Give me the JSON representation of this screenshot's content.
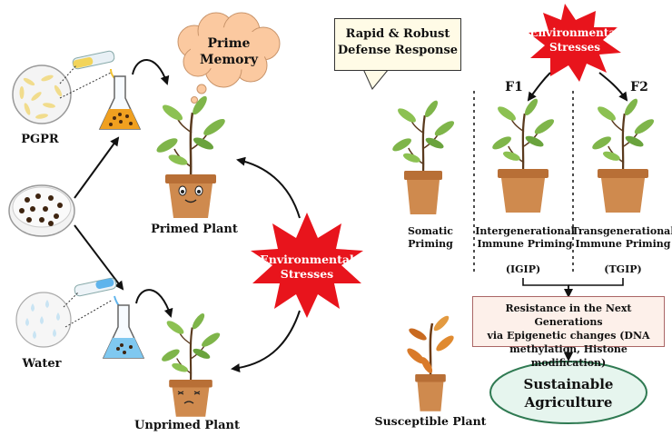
{
  "labels": {
    "pgpr": "PGPR",
    "water": "Water",
    "prime_memory": [
      "Prime",
      "Memory"
    ],
    "primed_plant": "Primed Plant",
    "unprimed_plant": "Unprimed Plant",
    "env_stress_center": [
      "Environmental",
      "Stresses"
    ],
    "env_stress_top": [
      "Environmental",
      "Stresses"
    ],
    "rapid_response": [
      "Rapid & Robust",
      "Defense Response"
    ],
    "f1": "F1",
    "f2": "F2",
    "somatic": [
      "Somatic",
      "Priming"
    ],
    "igip": [
      "Intergenerational",
      "Immune Priming"
    ],
    "tgip": [
      "Transgenerational",
      "Immune Priming"
    ],
    "igip_abbr": "(IGIP)",
    "tgip_abbr": "(TGIP)",
    "resistance": [
      "Resistance in the Next Generations",
      "via Epigenetic changes (DNA",
      "methylation, Histone modification)"
    ],
    "susceptible": "Susceptible Plant",
    "sustainable": [
      "Sustainable",
      "Agriculture"
    ]
  },
  "colors": {
    "starburst": "#e8141c",
    "cloud": "#fbc9a0",
    "pot": "#cf8a4e",
    "leaf": "#7fb54a",
    "wilted_leaf": "#d97a2a",
    "ellipse": "#e6f5ee",
    "flask_orange": "#f0a020",
    "flask_blue": "#7fc8f0"
  }
}
